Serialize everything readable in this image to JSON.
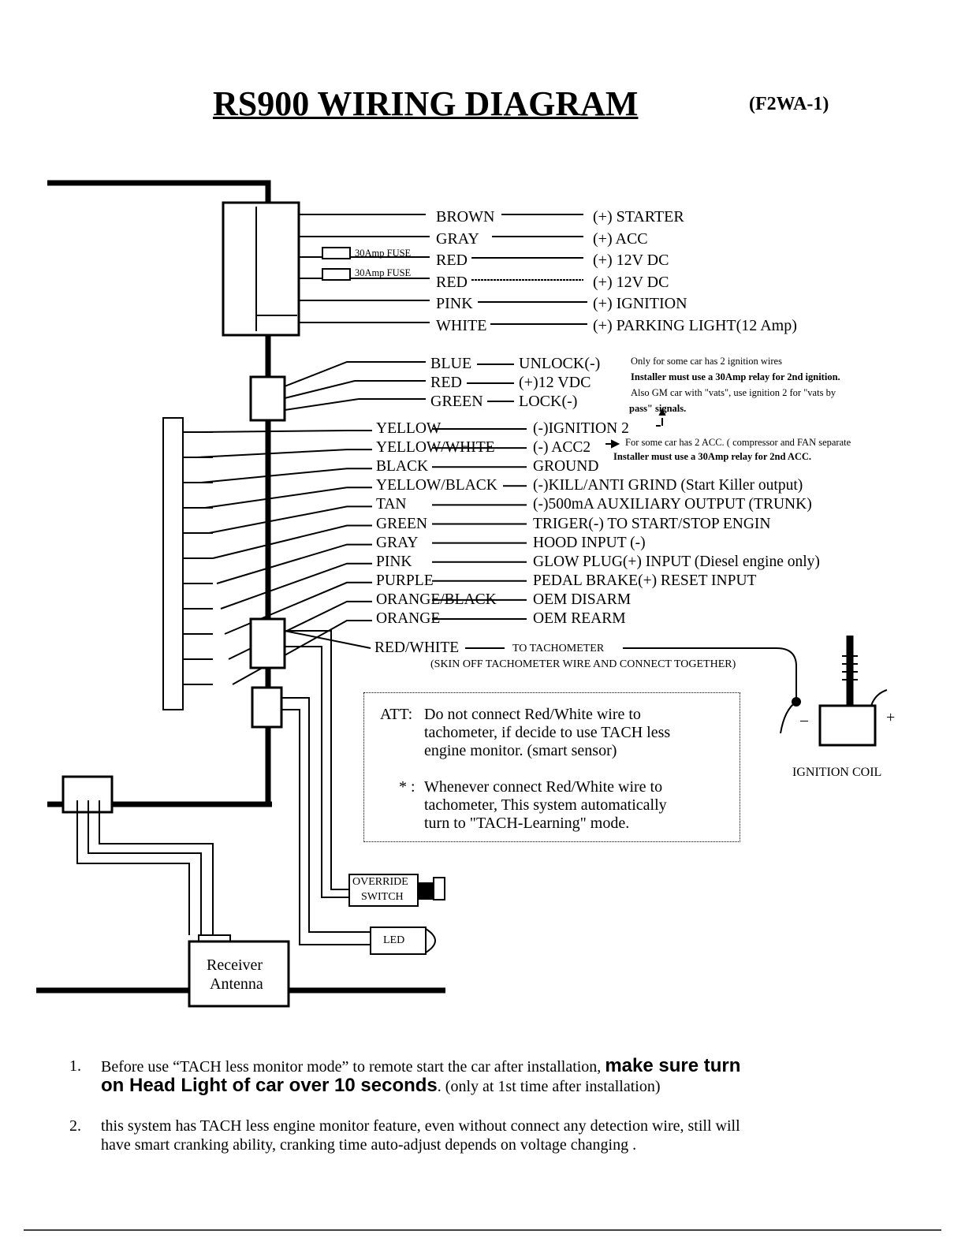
{
  "title": "RS900 WIRING DIAGRAM",
  "model_code": "(F2WA-1)",
  "fuses": [
    "30Amp FUSE",
    "30Amp FUSE"
  ],
  "main_harness": [
    {
      "wire": "BROWN",
      "function": "(+) STARTER"
    },
    {
      "wire": "GRAY",
      "function": "(+) ACC"
    },
    {
      "wire": "RED",
      "function": "(+) 12V DC"
    },
    {
      "wire": "RED",
      "function": "(+) 12V DC"
    },
    {
      "wire": "PINK",
      "function": "(+) IGNITION"
    },
    {
      "wire": "WHITE",
      "function": "(+) PARKING  LIGHT(12 Amp)"
    }
  ],
  "door_lock_harness": [
    {
      "wire": "BLUE",
      "function": "UNLOCK(-)"
    },
    {
      "wire": "RED",
      "function": "(+)12 VDC"
    },
    {
      "wire": "GREEN",
      "function": "LOCK(-)"
    }
  ],
  "ignition2_note": {
    "line1": "Only for some car has 2 ignition wires",
    "line2": "Installer must use a 30Amp relay for 2nd ignition.",
    "line3": "Also GM car with \"vats\", use ignition 2 for \"vats by",
    "line4": "pass\" signals."
  },
  "acc2_note": {
    "line1": "For some car has 2 ACC. ( compressor and FAN separate",
    "line2": "Installer must use a 30Amp relay for 2nd ACC."
  },
  "aux_harness": [
    {
      "wire": "YELLOW",
      "function": "(-)IGNITION 2"
    },
    {
      "wire": "YELLOW/WHITE",
      "function": "(-) ACC2"
    },
    {
      "wire": "BLACK",
      "function": "GROUND"
    },
    {
      "wire": "YELLOW/BLACK",
      "function": "(-)KILL/ANTI GRIND (Start Killer output)"
    },
    {
      "wire": "TAN",
      "function": "(-)500mA AUXILIARY OUTPUT (TRUNK)"
    },
    {
      "wire": "GREEN",
      "function": "TRIGER(-) TO START/STOP ENGIN"
    },
    {
      "wire": "GRAY",
      "function": "HOOD INPUT (-)"
    },
    {
      "wire": "PINK",
      "function": "GLOW PLUG(+) INPUT (Diesel engine only)"
    },
    {
      "wire": "PURPLE",
      "function": "PEDAL BRAKE(+) RESET INPUT"
    },
    {
      "wire": "ORANGE/BLACK",
      "function": "OEM DISARM"
    },
    {
      "wire": "ORANGE",
      "function": "OEM REARM"
    }
  ],
  "tach": {
    "wire": "RED/WHITE",
    "function": "TO TACHOMETER",
    "note": "(SKIN OFF TACHOMETER WIRE AND CONNECT TOGETHER)"
  },
  "att_box": {
    "label": "ATT:",
    "line1": "Do not connect Red/White wire to",
    "line2": "tachometer, if decide to use TACH less",
    "line3": "engine monitor. (smart sensor)",
    "star": "* :",
    "line4": "Whenever connect Red/White wire to",
    "line5": "tachometer, This system automatically",
    "line6": "turn to \"TACH-Learning\" mode."
  },
  "ignition_coil": {
    "label": "IGNITION  COIL",
    "minus": "–",
    "plus": "+"
  },
  "override_switch": {
    "line1": "OVERRIDE",
    "line2": "SWITCH"
  },
  "led": "LED",
  "receiver": {
    "line1": "Receiver",
    "line2": "Antenna"
  },
  "notes": [
    {
      "num": "1.",
      "pre": "Before use “TACH less monitor mode” to remote start the car after installation,",
      "bold1": "make sure turn",
      "bold2": "on Head Light of car over 10 seconds",
      "post": ". (only at 1st time after installation)"
    },
    {
      "num": "2.",
      "line1": "this system has TACH less engine monitor feature, even without connect any detection wire, still will",
      "line2": "have smart cranking ability, cranking time auto-adjust depends on voltage changing ."
    }
  ]
}
